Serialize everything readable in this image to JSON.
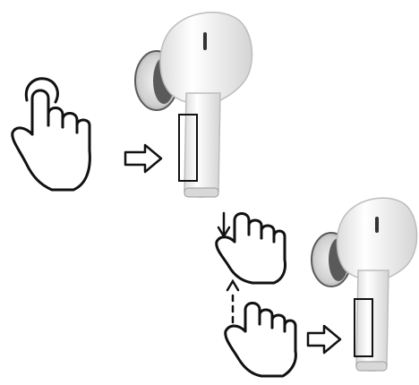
{
  "diagram": {
    "panels": [
      {
        "gesture": "tap",
        "hand_icon": "tap-hand-icon",
        "arrow_icon": "right-arrow-icon",
        "device": "earbud",
        "touch_area": "stem-touch-area"
      },
      {
        "gesture": "swipe",
        "hand_icons": [
          "swipe-down-hand-icon",
          "swipe-up-hand-icon"
        ],
        "arrow_icons": [
          "down-arrow-icon",
          "up-arrow-icon",
          "right-arrow-icon"
        ],
        "device": "earbud",
        "touch_area": "stem-touch-area"
      }
    ],
    "colors": {
      "line": "#111111",
      "earbud_body": "#f4f4f4",
      "earbud_shade": "#c9c9c9",
      "ear_tip": "#5a5a5a",
      "background": "#ffffff"
    }
  }
}
